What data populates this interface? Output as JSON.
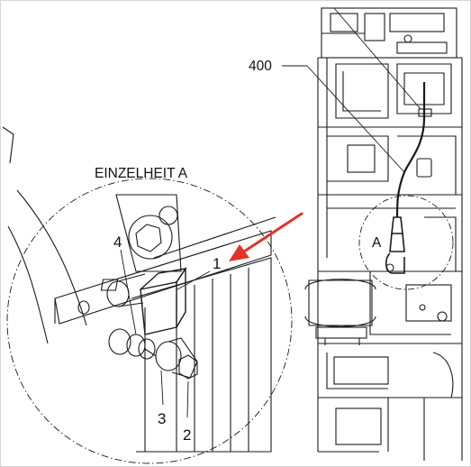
{
  "detail_title": "EINZELHEIT A",
  "callouts": {
    "part_1": "1",
    "part_2": "2",
    "part_3": "3",
    "part_4": "4",
    "part_400": "400",
    "detail_marker": "A"
  },
  "colors": {
    "line": "#1a1a1a",
    "arrow": "#e0342a",
    "frame_border": "#d6d6d6"
  }
}
